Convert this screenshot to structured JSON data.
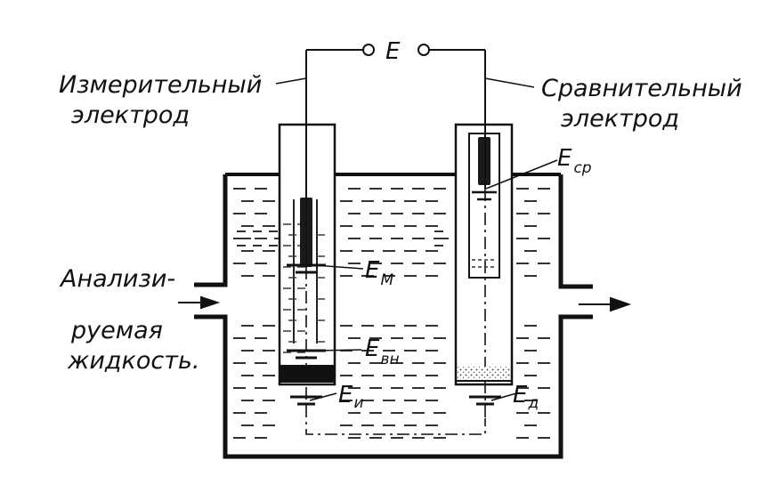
{
  "labels": {
    "e_terminal": "E",
    "measuring_electrode": [
      "Измерительный",
      "электрод"
    ],
    "reference_electrode": [
      "Сравнительный",
      "электрод"
    ],
    "inlet": [
      "Анализи-",
      "руемая",
      "жидкость."
    ],
    "e_ref": {
      "main": "E",
      "sub": "ср"
    },
    "e_m": {
      "main": "E",
      "sub": "М"
    },
    "e_vn": {
      "main": "E",
      "sub": "вн"
    },
    "e_i": {
      "main": "E",
      "sub": "и"
    },
    "e_d": {
      "main": "E",
      "sub": "д"
    }
  }
}
